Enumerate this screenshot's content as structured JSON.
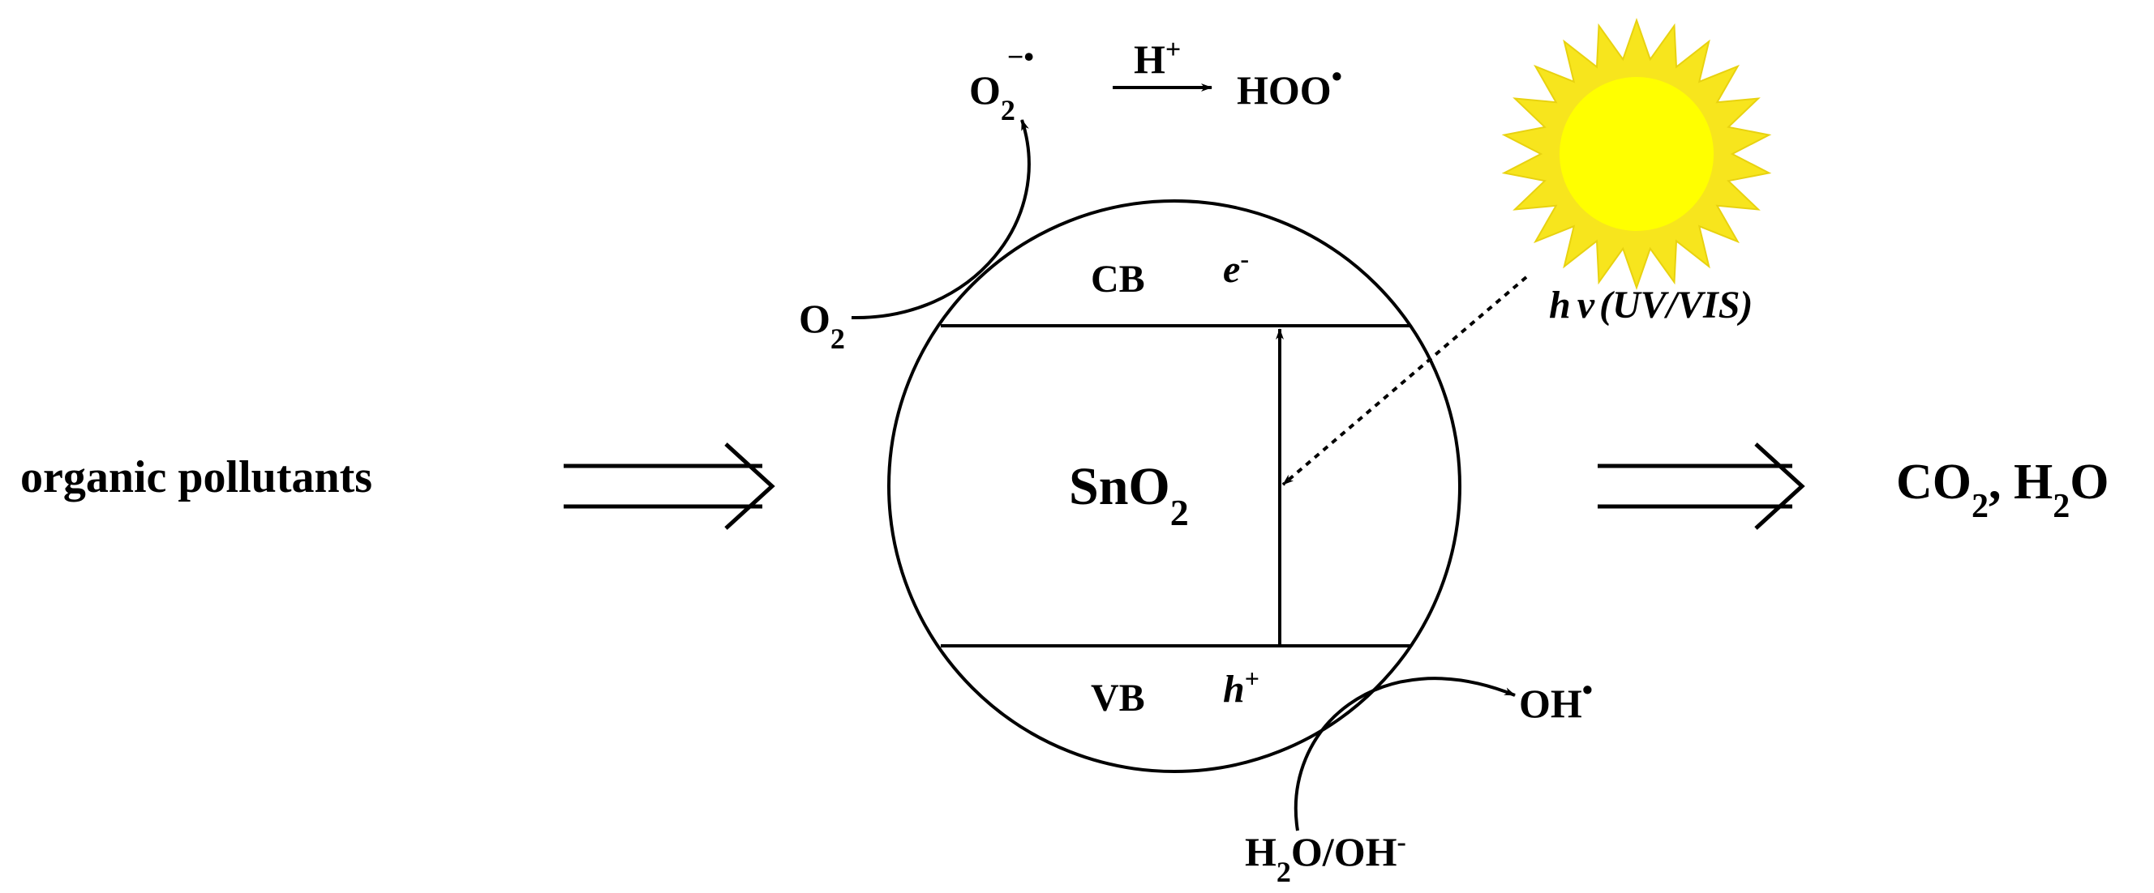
{
  "diagram": {
    "input": "organic pollutants",
    "output": {
      "co": "CO",
      "co_sub": "2",
      "sep": ", H",
      "h_sub": "2",
      "o": "O"
    },
    "semiconductor": {
      "main": "SnO",
      "sub": "2"
    },
    "bands": {
      "conduction": "CB",
      "valence": "VB",
      "electron": "e",
      "electron_sup": "-",
      "hole": "h",
      "hole_sup": "+"
    },
    "light": {
      "h": "h",
      "nu": "ν",
      "spectrum": "(UV/VIS)"
    },
    "reduction": {
      "reactant": "O",
      "reactant_sub": "2",
      "superoxide": "O",
      "superoxide_sub": "2",
      "superoxide_sup": "−•",
      "proton": "H",
      "proton_sup": "+",
      "product": "HOO",
      "product_sup": "•"
    },
    "oxidation": {
      "reactant_h": "H",
      "reactant_sub": "2",
      "reactant_rest": "O/OH",
      "reactant_sup": "-",
      "product": "OH",
      "product_sup": "•"
    }
  },
  "colors": {
    "sun_rays": "#f7e51d",
    "sun_core": "#ffff00",
    "ink": "#000000"
  }
}
